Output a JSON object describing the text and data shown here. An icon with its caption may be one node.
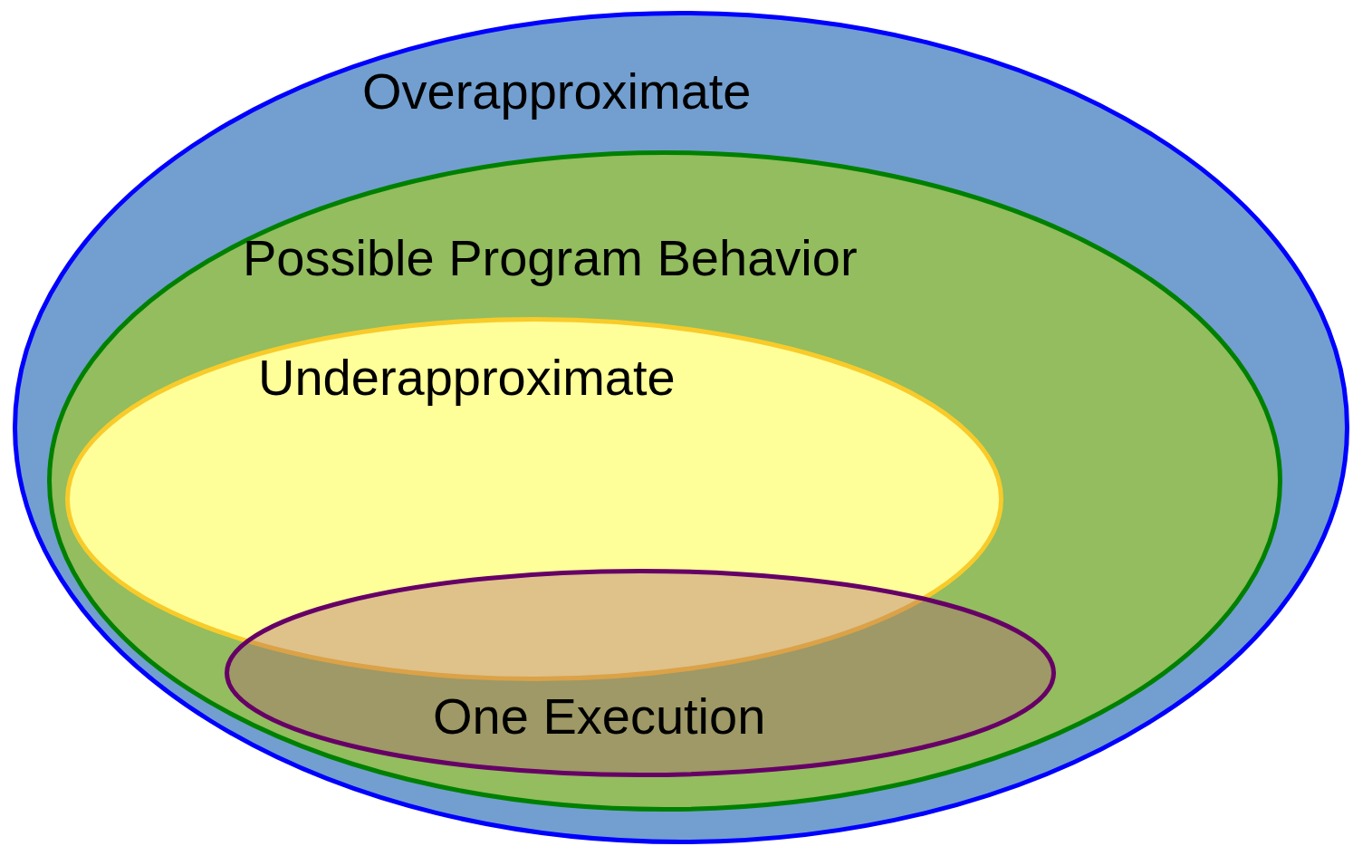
{
  "diagram": {
    "nodes": [
      {
        "text": [
          "Overapproximate"
        ]
      },
      {
        "text": [
          "Possible Program Behavior"
        ],
        "in": 0
      },
      {
        "text": [
          "Underapproximate"
        ],
        "in": 1
      },
      {
        "text": [
          "One Execution"
        ],
        "in": 1
      }
    ]
  }
}
